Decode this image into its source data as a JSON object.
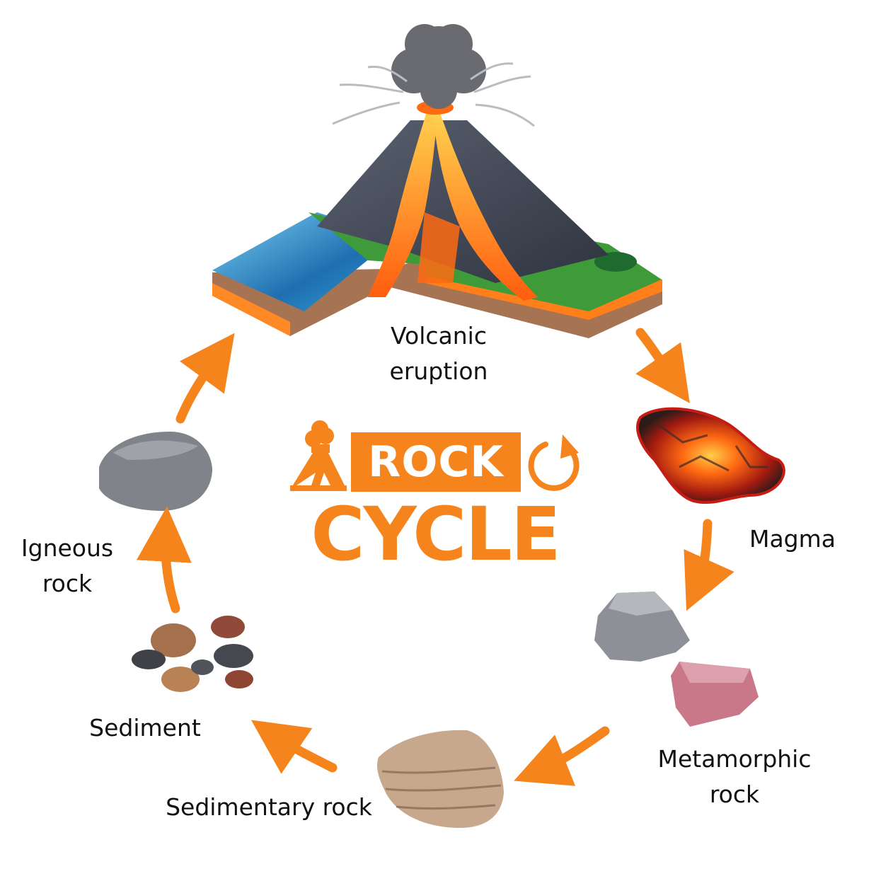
{
  "title": {
    "rock": "ROCK",
    "cycle": "CYCLE"
  },
  "stages": {
    "volcanic": {
      "line1": "Volcanic",
      "line2": "eruption"
    },
    "magma": {
      "line1": "Magma"
    },
    "metamorphic": {
      "line1": "Metamorphic",
      "line2": "rock"
    },
    "sedimentary": {
      "line1": "Sedimentary rock"
    },
    "sediment": {
      "line1": "Sediment"
    },
    "igneous": {
      "line1": "Igneous",
      "line2": "rock"
    }
  },
  "icons": [
    "volcano-logo-icon",
    "cycle-arrow-icon"
  ],
  "colors": {
    "accent": "#f4841b",
    "lava": "#ff6a13",
    "water": "#2a8fd0",
    "grass": "#3f9b3a",
    "rock_grey": "#8d9096",
    "metamorphic_pink": "#c97889",
    "sandstone": "#c7a88c",
    "soil": "#a5714c"
  }
}
